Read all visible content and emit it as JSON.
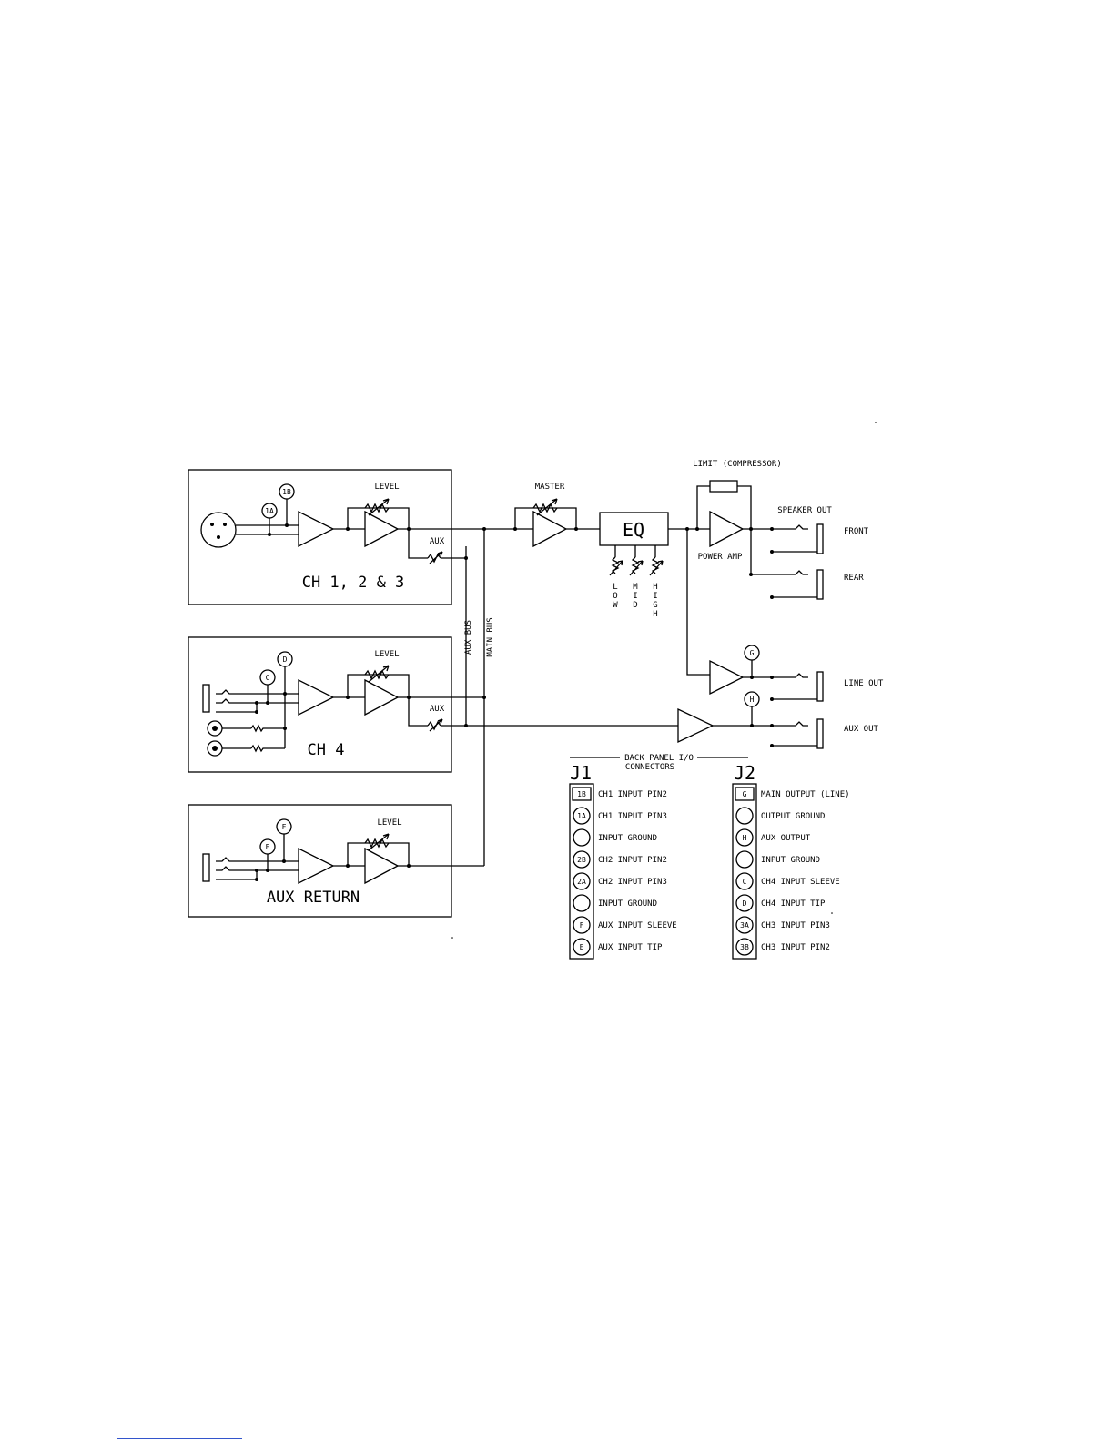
{
  "labels": {
    "level1": "LEVEL",
    "level2": "LEVEL",
    "level3": "LEVEL",
    "aux1": "AUX",
    "aux2": "AUX",
    "master": "MASTER",
    "eq": "EQ",
    "low": [
      "L",
      "O",
      "W"
    ],
    "mid": [
      "M",
      "I",
      "D"
    ],
    "high": [
      "H",
      "I",
      "G",
      "H"
    ],
    "limit": "LIMIT (COMPRESSOR)",
    "speaker_out": "SPEAKER OUT",
    "front": "FRONT",
    "rear": "REAR",
    "power_amp": "POWER AMP",
    "line_out": "LINE OUT",
    "aux_out": "AUX OUT",
    "aux_bus": "AUX BUS",
    "main_bus": "MAIN BUS",
    "ch123": "CH 1, 2 & 3",
    "ch4": "CH 4",
    "aux_return": "AUX RETURN",
    "back_panel_1": "BACK PANEL I/O",
    "back_panel_2": "CONNECTORS",
    "j1": "J1",
    "j2": "J2"
  },
  "nodes": {
    "n1b": "1B",
    "n1a": "1A",
    "nd": "D",
    "nc": "C",
    "nf": "F",
    "ne": "E",
    "ng": "G",
    "nh": "H"
  },
  "j1": [
    {
      "pin": "1B",
      "desc": "CH1 INPUT PIN2"
    },
    {
      "pin": "1A",
      "desc": "CH1 INPUT PIN3"
    },
    {
      "pin": "",
      "desc": "INPUT GROUND"
    },
    {
      "pin": "2B",
      "desc": "CH2 INPUT PIN2"
    },
    {
      "pin": "2A",
      "desc": "CH2 INPUT PIN3"
    },
    {
      "pin": "",
      "desc": "INPUT GROUND"
    },
    {
      "pin": "F",
      "desc": "AUX INPUT SLEEVE"
    },
    {
      "pin": "E",
      "desc": "AUX INPUT TIP"
    }
  ],
  "j2": [
    {
      "pin": "G",
      "desc": "MAIN OUTPUT (LINE)"
    },
    {
      "pin": "",
      "desc": "OUTPUT GROUND"
    },
    {
      "pin": "H",
      "desc": "AUX OUTPUT"
    },
    {
      "pin": "",
      "desc": "INPUT GROUND"
    },
    {
      "pin": "C",
      "desc": "CH4 INPUT SLEEVE"
    },
    {
      "pin": "D",
      "desc": "CH4 INPUT TIP"
    },
    {
      "pin": "3A",
      "desc": "CH3 INPUT PIN3"
    },
    {
      "pin": "3B",
      "desc": "CH3 INPUT PIN2"
    }
  ]
}
